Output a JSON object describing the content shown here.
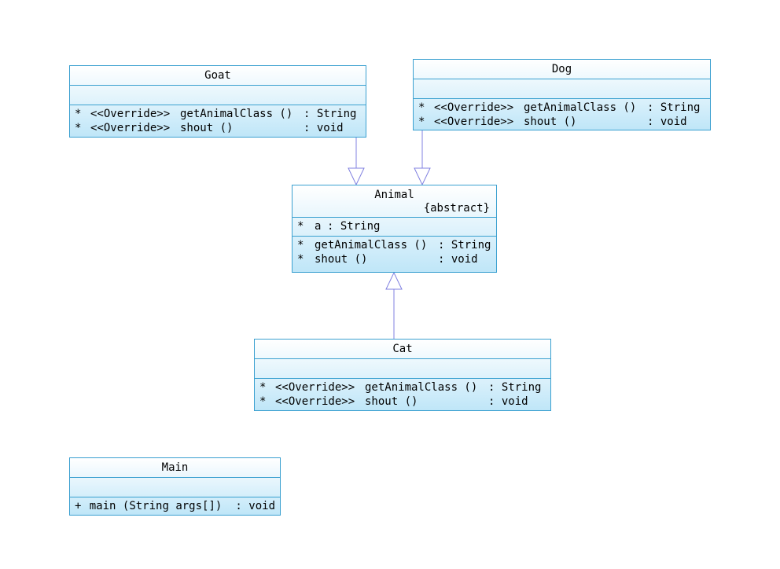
{
  "classes": {
    "goat": {
      "name": "Goat",
      "operations": [
        {
          "vis": "*",
          "stereotype": "<<Override>>",
          "name": "getAnimalClass ()",
          "type": ": String"
        },
        {
          "vis": "*",
          "stereotype": "<<Override>>",
          "name": "shout ()",
          "type": ": void"
        }
      ]
    },
    "dog": {
      "name": "Dog",
      "operations": [
        {
          "vis": "*",
          "stereotype": "<<Override>>",
          "name": "getAnimalClass ()",
          "type": ": String"
        },
        {
          "vis": "*",
          "stereotype": "<<Override>>",
          "name": "shout ()",
          "type": ": void"
        }
      ]
    },
    "animal": {
      "name": "Animal",
      "modifier": "{abstract}",
      "attributes": [
        {
          "vis": "*",
          "name": "a",
          "type": ": String"
        }
      ],
      "operations": [
        {
          "vis": "*",
          "name": "getAnimalClass ()",
          "type": ": String"
        },
        {
          "vis": "*",
          "name": "shout ()",
          "type": ": void"
        }
      ]
    },
    "cat": {
      "name": "Cat",
      "operations": [
        {
          "vis": "*",
          "stereotype": "<<Override>>",
          "name": "getAnimalClass ()",
          "type": ": String"
        },
        {
          "vis": "*",
          "stereotype": "<<Override>>",
          "name": "shout ()",
          "type": ": void"
        }
      ]
    },
    "main": {
      "name": "Main",
      "operations": [
        {
          "vis": "+",
          "name": "main (String args[])",
          "type": ": void"
        }
      ]
    }
  },
  "colors": {
    "border": "#3aa0d0",
    "arrow": "#8080e0"
  }
}
